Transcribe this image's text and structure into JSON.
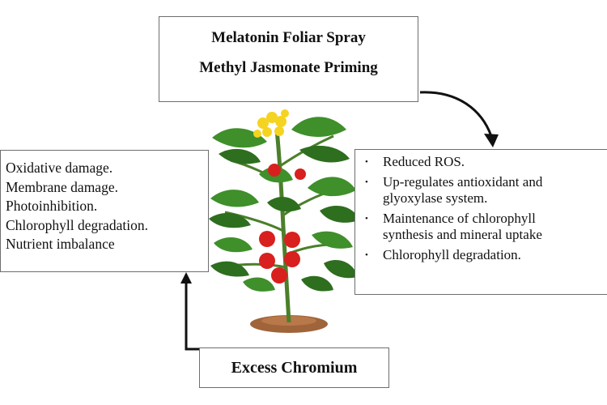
{
  "treatments": {
    "lines": [
      "Melatonin Foliar Spray",
      "Methyl Jasmonate Priming"
    ]
  },
  "effects": {
    "items": [
      "Oxidative damage.",
      "Membrane damage.",
      "Photoinhibition.",
      "Chlorophyll degradation.",
      "Nutrient imbalance"
    ]
  },
  "benefits": {
    "bullet": "•",
    "items": [
      [
        "Reduced ROS."
      ],
      [
        "Up-regulates antioxidant and",
        "glyoxylase system."
      ],
      [
        "Maintenance of chlorophyll",
        "synthesis and mineral uptake"
      ],
      [
        "Chlorophyll degradation."
      ]
    ]
  },
  "stress": {
    "label": "Excess Chromium"
  },
  "colors": {
    "border": "#6e6e6e",
    "arrow": "#111111",
    "leaf": "#3f8f2a",
    "leaf_dark": "#2e6e1f",
    "stem": "#4b7f2a",
    "tomato": "#d8201e",
    "flower": "#f5d321",
    "soil": "#a0643a"
  },
  "icons": [
    "tomato-plant-icon",
    "curved-arrow-icon",
    "up-arrow-icon"
  ]
}
